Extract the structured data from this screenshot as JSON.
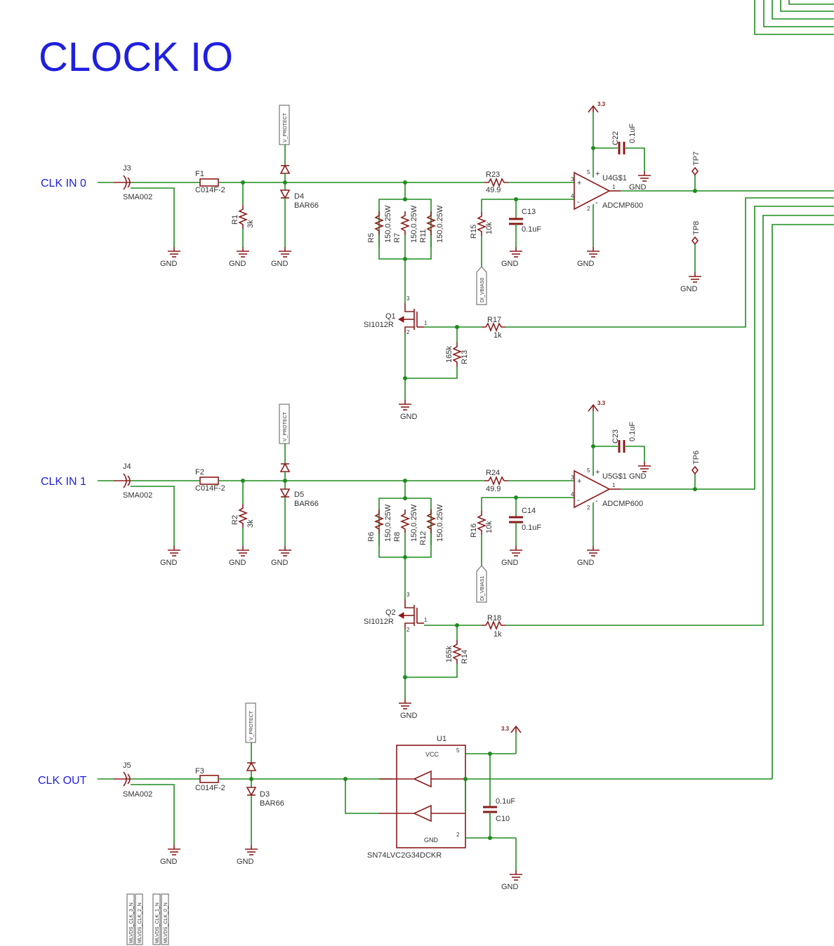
{
  "title": "CLOCK IO",
  "ports": {
    "clk_in_0": "CLK IN 0",
    "clk_in_1": "CLK IN 1",
    "clk_out": "CLK OUT"
  },
  "channel0": {
    "connector": {
      "ref": "J3",
      "value": "SMA002"
    },
    "fuse": {
      "ref": "F1",
      "value": "C014F-2"
    },
    "r_shunt": {
      "ref": "R1",
      "value": "3k"
    },
    "diode": {
      "ref": "D4",
      "value": "BAR66"
    },
    "protect_flag": "V_PROTECT",
    "term_r_a": {
      "ref": "R5",
      "value": "150,0.25W"
    },
    "term_r_b": {
      "ref": "R7",
      "value": "150,0.25W"
    },
    "term_r_c": {
      "ref": "R11",
      "value": "150,0.25W"
    },
    "series_r": {
      "ref": "R23",
      "value": "49.9"
    },
    "bias_r": {
      "ref": "R15",
      "value": "10k"
    },
    "bias_flag": "DI_VBIAS0",
    "cap": {
      "ref": "C13",
      "value": "0.1uF"
    },
    "decoupling": {
      "ref": "C22",
      "value": "0.1uF"
    },
    "comparator": {
      "ref": "U4G$1",
      "value": "ADCMP600"
    },
    "supply": "3.3",
    "testpoint_out": "TP7",
    "testpoint_aux": "TP8",
    "mosfet": {
      "ref": "Q1",
      "value": "SI1012R"
    },
    "gate_r": {
      "ref": "R17",
      "value": "1k"
    },
    "pulldown_r": {
      "ref": "R13",
      "value": "165k"
    }
  },
  "channel1": {
    "connector": {
      "ref": "J4",
      "value": "SMA002"
    },
    "fuse": {
      "ref": "F2",
      "value": "C014F-2"
    },
    "r_shunt": {
      "ref": "R2",
      "value": "3k"
    },
    "diode": {
      "ref": "D5",
      "value": "BAR66"
    },
    "protect_flag": "V_PROTECT",
    "term_r_a": {
      "ref": "R6",
      "value": "150,0.25W"
    },
    "term_r_b": {
      "ref": "R8",
      "value": "150,0.25W"
    },
    "term_r_c": {
      "ref": "R12",
      "value": "150,0.25W"
    },
    "series_r": {
      "ref": "R24",
      "value": "49.9"
    },
    "bias_r": {
      "ref": "R16",
      "value": "10k"
    },
    "bias_flag": "DI_VBIAS1",
    "cap": {
      "ref": "C14",
      "value": "0.1uF"
    },
    "decoupling": {
      "ref": "C23",
      "value": "0.1uF"
    },
    "comparator": {
      "ref": "U5G$1",
      "value": "ADCMP600"
    },
    "supply": "3.3",
    "testpoint_out": "TP6",
    "mosfet": {
      "ref": "Q2",
      "value": "SI1012R"
    },
    "gate_r": {
      "ref": "R18",
      "value": "1k"
    },
    "pulldown_r": {
      "ref": "R14",
      "value": "165k"
    }
  },
  "output": {
    "connector": {
      "ref": "J5",
      "value": "SMA002"
    },
    "fuse": {
      "ref": "F3",
      "value": "C014F-2"
    },
    "diode": {
      "ref": "D3",
      "value": "BAR66"
    },
    "protect_flag": "V_PROTECT",
    "buffer": {
      "ref": "U1",
      "value": "SN74LVC2G34DCKR",
      "vcc_pin": "VCC",
      "gnd_pin": "GND"
    },
    "cap": {
      "ref": "C10",
      "value": "0.1uF"
    },
    "supply": "3.3"
  },
  "gnd_label": "GND",
  "pins": {
    "p1": "1",
    "p2": "2",
    "p3": "3",
    "p4": "4",
    "p5": "5",
    "plus": "+",
    "minus": "-"
  },
  "net_flags": [
    "MLVDS_CLK_3_N",
    "MLVDS_CLK_2_N",
    "MLVDS_CLK_1_N",
    "MLVDS_CLK_0_N"
  ],
  "colors": {
    "wire": "#1e8c1e",
    "part": "#8b1a1a",
    "port_text": "#1f1fe0"
  }
}
